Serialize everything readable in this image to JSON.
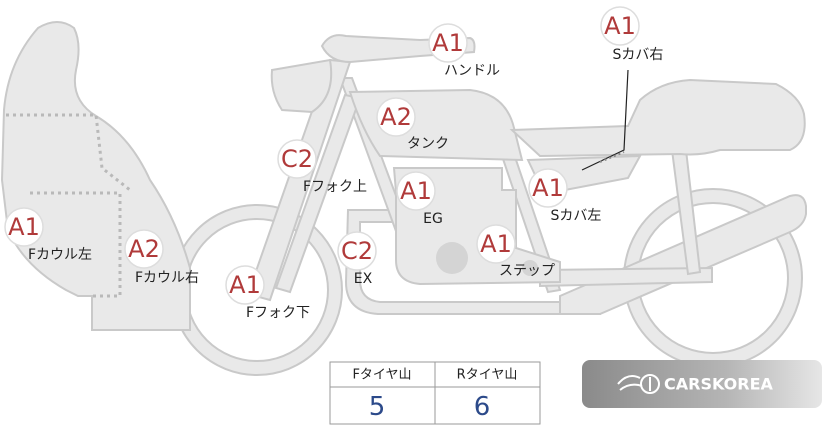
{
  "grades": {
    "handle": "A1",
    "s_cover_right": "A1",
    "tank": "A2",
    "f_fork_upper": "C2",
    "engine": "A1",
    "s_cover_left": "A1",
    "f_cowl_left": "A1",
    "f_cowl_right": "A2",
    "exhaust": "C2",
    "step": "A1",
    "f_fork_lower": "A1"
  },
  "labels": {
    "handle": "ハンドル",
    "s_cover_right": "Sカバ右",
    "tank": "タンク",
    "f_fork_upper": "Fフォク上",
    "engine": "EG",
    "s_cover_left": "Sカバ左",
    "f_cowl_left": "Fカウル左",
    "f_cowl_right": "Fカウル右",
    "exhaust": "EX",
    "step": "ステップ",
    "f_fork_lower": "Fフォク下"
  },
  "tire_table": {
    "headers": [
      "Fタイヤ山",
      "Rタイヤ山"
    ],
    "values": [
      "5",
      "6"
    ]
  },
  "brand": {
    "name": "CARSKOREA"
  },
  "colors": {
    "grade": "#b03a3a",
    "tire_value": "#2c4a8a",
    "part_fill": "#e9e9e9",
    "part_stroke": "#c9c9c9"
  }
}
